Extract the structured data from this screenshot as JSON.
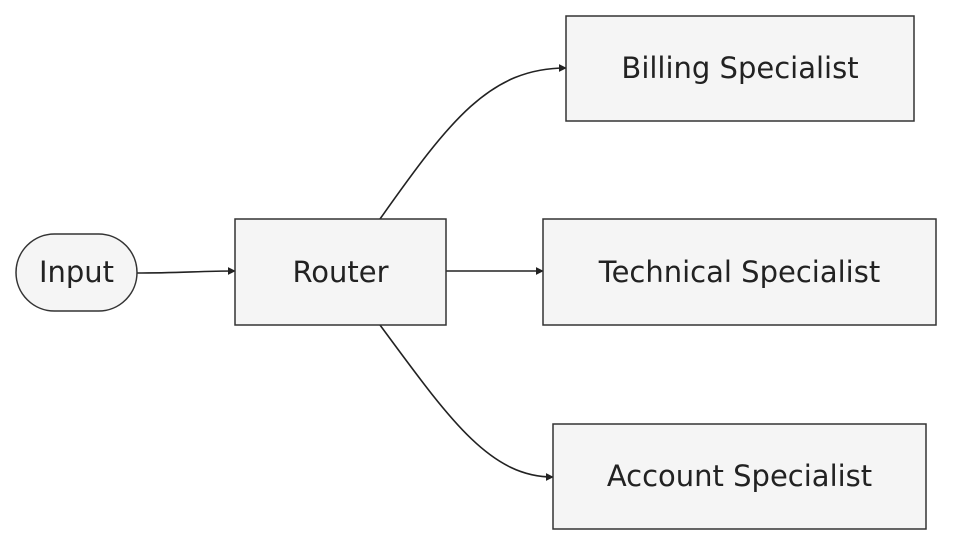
{
  "nodes": {
    "input": {
      "label": "Input",
      "shape": "stadium"
    },
    "router": {
      "label": "Router",
      "shape": "rect"
    },
    "billing": {
      "label": "Billing Specialist",
      "shape": "rect"
    },
    "technical": {
      "label": "Technical Specialist",
      "shape": "rect"
    },
    "account": {
      "label": "Account Specialist",
      "shape": "rect"
    }
  },
  "edges": [
    {
      "from": "input",
      "to": "router"
    },
    {
      "from": "router",
      "to": "billing"
    },
    {
      "from": "router",
      "to": "technical"
    },
    {
      "from": "router",
      "to": "account"
    }
  ],
  "colors": {
    "node_fill": "#f5f5f5",
    "node_stroke": "#333333",
    "edge": "#222222",
    "text": "#222222",
    "background": "#ffffff"
  }
}
